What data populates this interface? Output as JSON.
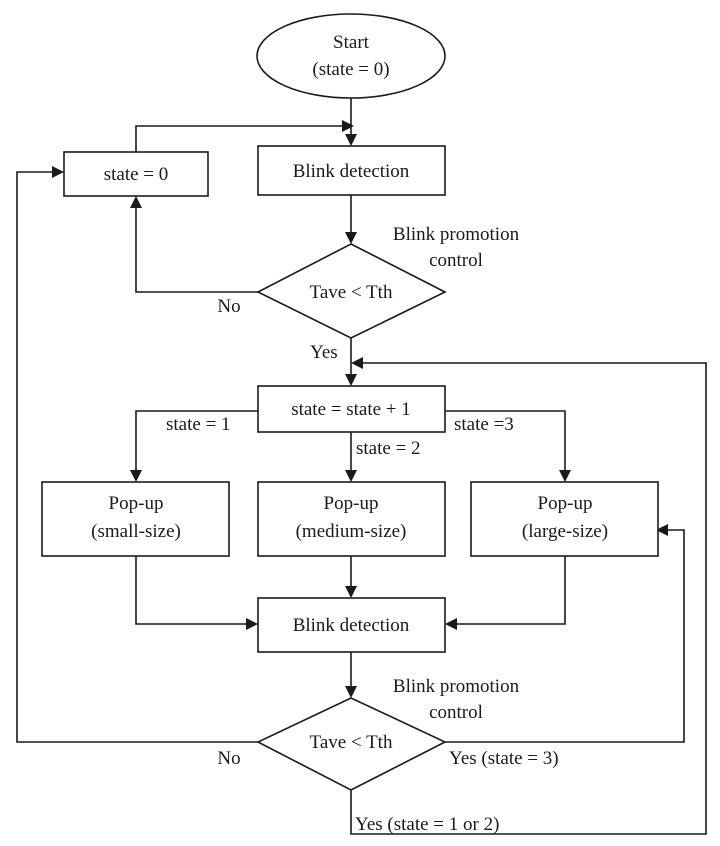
{
  "nodes": {
    "start": {
      "line1": "Start",
      "line2": "(state = 0)"
    },
    "reset_state": {
      "label": "state = 0"
    },
    "blink_detection_1": {
      "label": "Blink detection"
    },
    "decision_1": {
      "label": "Tave < Tth"
    },
    "increment_state": {
      "label": "state = state + 1"
    },
    "popup_small": {
      "line1": "Pop-up",
      "line2": "(small-size)"
    },
    "popup_medium": {
      "line1": "Pop-up",
      "line2": "(medium-size)"
    },
    "popup_large": {
      "line1": "Pop-up",
      "line2": "(large-size)"
    },
    "blink_detection_2": {
      "label": "Blink detection"
    },
    "decision_2": {
      "label": "Tave < Tth"
    }
  },
  "annotations": {
    "promotion_1": {
      "line1": "Blink promotion",
      "line2": "control"
    },
    "promotion_2": {
      "line1": "Blink promotion",
      "line2": "control"
    }
  },
  "edges": {
    "no_1": "No",
    "yes_1": "Yes",
    "state_1": "state = 1",
    "state_2": "state = 2",
    "state_3": "state =3",
    "no_2": "No",
    "yes_state_3": "Yes (state = 3)",
    "yes_state_1_or_2": "Yes (state = 1 or 2)"
  }
}
